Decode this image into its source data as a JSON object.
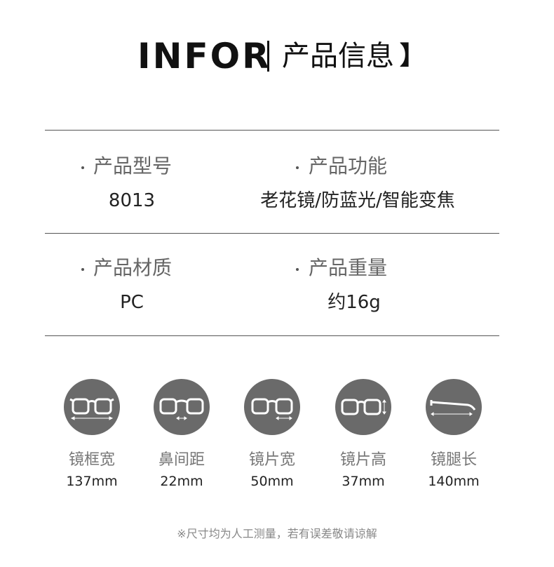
{
  "header": {
    "title_en": "INFOR",
    "title_cn": "产品信息",
    "bracket": "】"
  },
  "info": {
    "model": {
      "label": "产品型号",
      "value": "8013"
    },
    "function": {
      "label": "产品功能",
      "value": "老花镜/防蓝光/智能变焦"
    },
    "material": {
      "label": "产品材质",
      "value": "PC"
    },
    "weight": {
      "label": "产品重量",
      "value": "约16g"
    }
  },
  "specs": [
    {
      "name": "镜框宽",
      "value": "137mm",
      "icon": "frame-width-icon"
    },
    {
      "name": "鼻间距",
      "value": "22mm",
      "icon": "bridge-width-icon"
    },
    {
      "name": "镜片宽",
      "value": "50mm",
      "icon": "lens-width-icon"
    },
    {
      "name": "镜片高",
      "value": "37mm",
      "icon": "lens-height-icon"
    },
    {
      "name": "镜腿长",
      "value": "140mm",
      "icon": "temple-length-icon"
    }
  ],
  "note": "※尺寸均为人工测量，若有误差敬请谅解",
  "colors": {
    "circle": "#6a6a6a",
    "rule": "#555555"
  }
}
